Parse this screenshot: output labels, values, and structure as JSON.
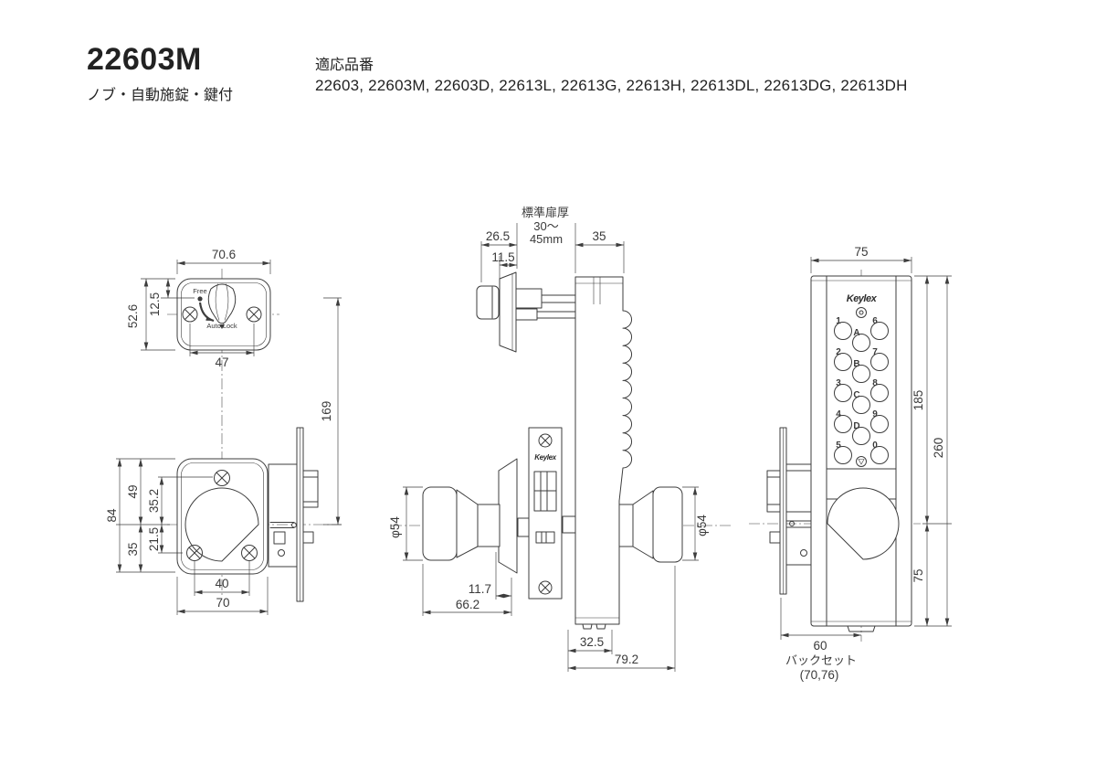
{
  "header": {
    "model": "22603M",
    "subtitle": "ノブ・自動施錠・鍵付",
    "compat_label": "適応品番",
    "compat_list": "22603, 22603M, 22603D, 22613L, 22613G, 22613H, 22613DL, 22613DG, 22613DH"
  },
  "indicator_view": {
    "free": "Free",
    "auto_lock": "Auto Lock",
    "dim_width": "70.6",
    "dim_height": "52.6",
    "dim_offset": "12.5",
    "dim_screws": "47"
  },
  "knob_front_view": {
    "dim_height": "84",
    "dim_upper": "49",
    "dim_c2c_upper": "35.2",
    "dim_lower": "35",
    "dim_c2c_lower": "21.5",
    "dim_screws": "40",
    "dim_width": "70",
    "dim_span": "169"
  },
  "side_view": {
    "door_label_1": "標準扉厚",
    "door_label_2": "30〜",
    "door_label_3": "45mm",
    "dim_front": "26.5",
    "dim_cylinder": "11.5",
    "dim_rear": "35",
    "dim_knob_left": "φ54",
    "dim_knob_right": "φ54",
    "dim_knob_depth": "11.7",
    "dim_knob_total": "66.2",
    "dim_case": "32.5",
    "dim_total": "79.2",
    "logo": "Keylex"
  },
  "keypad_view": {
    "logo": "Keylex",
    "keys_left": [
      "1",
      "2",
      "3",
      "4",
      "5"
    ],
    "keys_middle": [
      "A",
      "B",
      "C",
      "D"
    ],
    "keys_right": [
      "6",
      "7",
      "8",
      "9",
      "0"
    ],
    "dim_width": "75",
    "dim_keypad": "185",
    "dim_total": "260",
    "dim_lower": "75",
    "dim_backset": "60",
    "backset_label": "バックセット",
    "backset_options": "(70,76)"
  },
  "colors": {
    "line": "#3d3d3d",
    "background": "#ffffff"
  }
}
